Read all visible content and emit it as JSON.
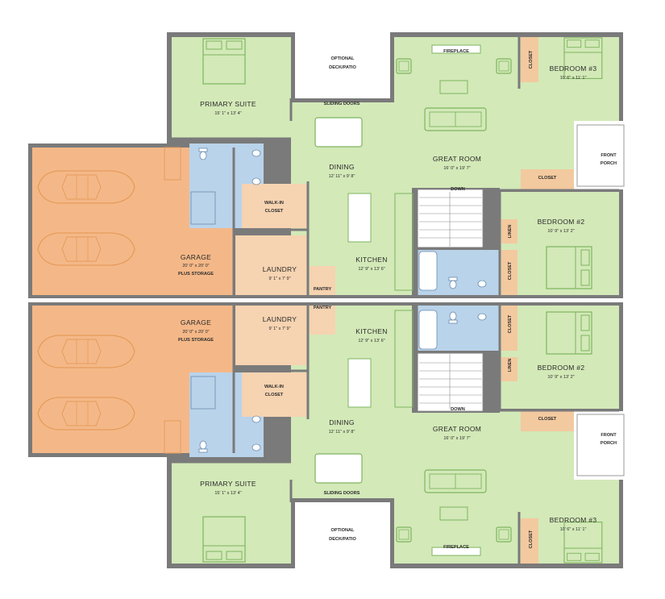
{
  "colors": {
    "living": "#d3e9b8",
    "bath": "#b9d3ea",
    "utility": "#f6d3b1",
    "garage": "#f4b888",
    "closet": "#f3c99f",
    "wall": "#7a7a7a",
    "furniture_stroke": "#7db55e",
    "car_stroke": "#e59c5b"
  },
  "icons": [
    "car-icon",
    "bed-icon",
    "sofa-icon",
    "dining-table-icon",
    "armchair-icon",
    "toilet-icon",
    "bathtub-icon",
    "sink-icon",
    "stairs-icon"
  ],
  "units": [
    {
      "primary_suite": {
        "name": "PRIMARY SUITE",
        "dims": "15' 1\" x 13' 4\""
      },
      "optional_deck": {
        "line1": "OPTIONAL",
        "line2": "DECK/PATIO"
      },
      "sliding_doors": "SLIDING DOORS",
      "fireplace": "FIREPLACE",
      "bedroom3": {
        "name": "BEDROOM #3",
        "dims": "10' 6\" x 11' 1\""
      },
      "bedroom3_closet": "CLOSET",
      "great_room": {
        "name": "GREAT ROOM",
        "dims": "16' 0\" x 19' 7\""
      },
      "dining": {
        "name": "DINING",
        "dims": "12' 11\" x 9' 8\""
      },
      "closet": "CLOSET",
      "front_porch": {
        "line1": "FRONT",
        "line2": "PORCH"
      },
      "walk_in_closet": {
        "line1": "WALK-IN",
        "line2": "CLOSET"
      },
      "garage": {
        "name": "GARAGE",
        "dims": "20' 0\" x 20' 0\"",
        "extra": "PLUS STORAGE"
      },
      "down": "DOWN",
      "bedroom2": {
        "name": "BEDROOM #2",
        "dims": "10' 9\" x 13' 2\""
      },
      "linen": "LINEN",
      "bedroom2_closet": "CLOSET",
      "laundry": {
        "name": "LAUNDRY",
        "dims": "9' 1\" x 7' 9\""
      },
      "kitchen": {
        "name": "KITCHEN",
        "dims": "12' 9\" x 13' 6\""
      },
      "pantry": "PANTRY"
    },
    {
      "primary_suite": {
        "name": "PRIMARY SUITE",
        "dims": "15' 1\" x 13' 4\""
      },
      "optional_deck": {
        "line1": "OPTIONAL",
        "line2": "DECK/PATIO"
      },
      "sliding_doors": "SLIDING DOORS",
      "fireplace": "FIREPLACE",
      "bedroom3": {
        "name": "BEDROOM #3",
        "dims": "10' 6\" x 11' 1\""
      },
      "bedroom3_closet": "CLOSET",
      "great_room": {
        "name": "GREAT ROOM",
        "dims": "16' 0\" x 19' 7\""
      },
      "dining": {
        "name": "DINING",
        "dims": "12' 11\" x 9' 8\""
      },
      "closet": "CLOSET",
      "front_porch": {
        "line1": "FRONT",
        "line2": "PORCH"
      },
      "walk_in_closet": {
        "line1": "WALK-IN",
        "line2": "CLOSET"
      },
      "garage": {
        "name": "GARAGE",
        "dims": "20' 0\" x 20' 0\"",
        "extra": "PLUS STORAGE"
      },
      "down": "DOWN",
      "bedroom2": {
        "name": "BEDROOM #2",
        "dims": "10' 9\" x 13' 2\""
      },
      "linen": "LINEN",
      "bedroom2_closet": "CLOSET",
      "laundry": {
        "name": "LAUNDRY",
        "dims": "9' 1\" x 7' 9\""
      },
      "kitchen": {
        "name": "KITCHEN",
        "dims": "12' 9\" x 13' 6\""
      },
      "pantry": "PANTRY"
    }
  ]
}
